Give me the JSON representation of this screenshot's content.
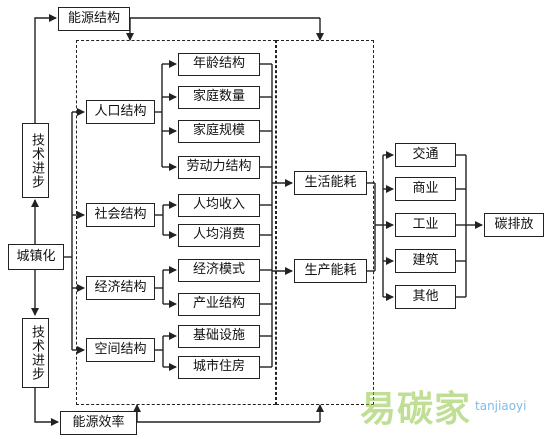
{
  "nodes": {
    "urbanization": "城镇化",
    "tech_progress_top": "技术进步",
    "tech_progress_bottom": "技术进步",
    "energy_structure": "能源结构",
    "energy_efficiency": "能源效率",
    "population_structure": "人口结构",
    "social_structure": "社会结构",
    "economic_structure": "经济结构",
    "spatial_structure": "空间结构",
    "age_structure": "年龄结构",
    "household_number": "家庭数量",
    "household_size": "家庭规模",
    "labor_structure": "劳动力结构",
    "per_capita_income": "人均收入",
    "per_capita_consumption": "人均消费",
    "economic_model": "经济模式",
    "industrial_structure": "产业结构",
    "infrastructure": "基础设施",
    "urban_housing": "城市住房",
    "living_energy": "生活能耗",
    "production_energy": "生产能耗",
    "transport": "交通",
    "commerce": "商业",
    "industry": "工业",
    "construction": "建筑",
    "other": "其他",
    "carbon_emission": "碳排放"
  },
  "watermark": {
    "chinese": "易碳家",
    "pinyin": "tanjiaoyi"
  }
}
